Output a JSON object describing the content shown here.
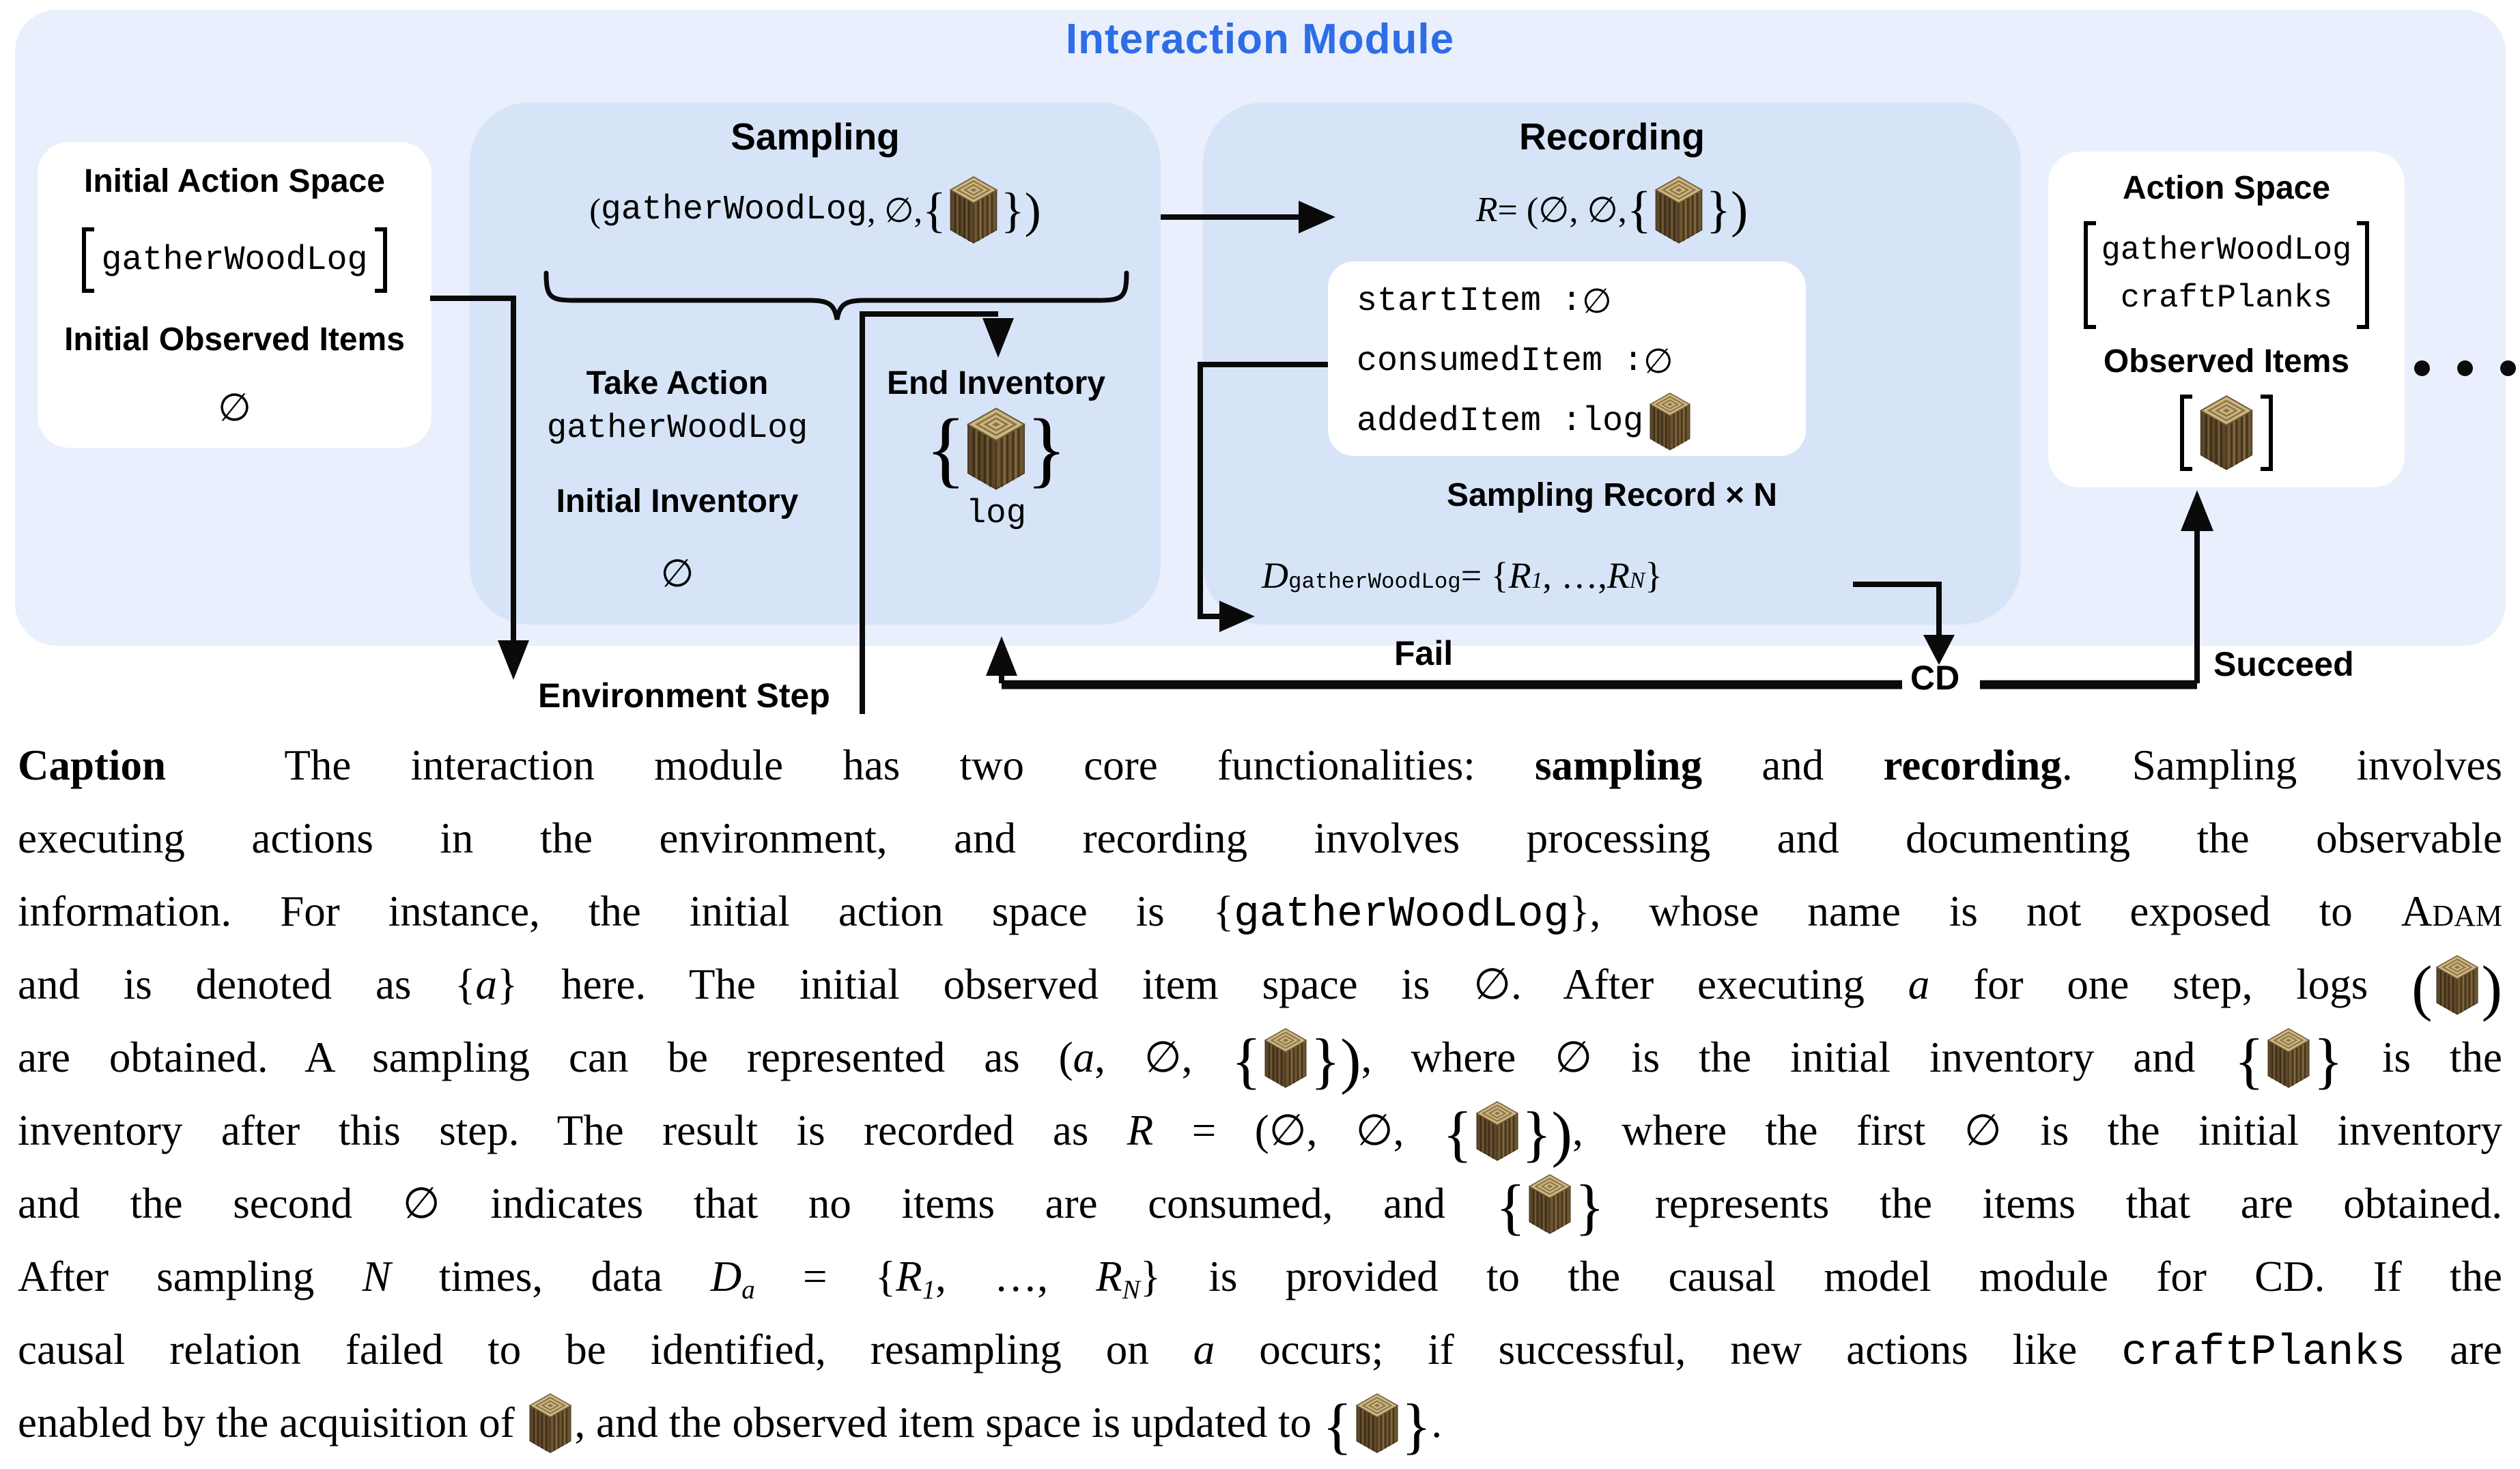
{
  "figure": {
    "title": "Interaction Module",
    "colors": {
      "accent": "#2d6de6",
      "outer_bg": "#e9effc",
      "inner_bg": "#d7e4f8",
      "box_bg": "#ffffff",
      "ink": "#000000"
    },
    "initial_box": {
      "action_space_label": "Initial Action Space",
      "action": "gatherWoodLog",
      "observed_label": "Initial Observed Items",
      "observed_value": "∅"
    },
    "sampling": {
      "title": "Sampling",
      "tuple": [
        {
          "s": "p",
          "t": "("
        },
        {
          "s": "m",
          "t": "gatherWoodLog"
        },
        {
          "s": "p",
          "t": ", ∅, "
        },
        {
          "s": "g",
          "t": "{"
        },
        {
          "s": "icon",
          "c": "md"
        },
        {
          "s": "g",
          "t": "})"
        }
      ],
      "take_action_label": "Take Action",
      "take_action_value": "gatherWoodLog",
      "initial_inventory_label": "Initial Inventory",
      "initial_inventory_value": "∅",
      "end_inventory_label": "End Inventory",
      "end_inventory_icon": "log-icon",
      "end_inventory_value": "log"
    },
    "recording": {
      "title": "Recording",
      "formula": [
        {
          "s": "i",
          "t": "R"
        },
        {
          "s": "p",
          "t": " = (∅, ∅, "
        },
        {
          "s": "g",
          "t": "{"
        },
        {
          "s": "icon",
          "c": "md"
        },
        {
          "s": "g",
          "t": "})"
        }
      ],
      "record_fields": [
        {
          "key": "startItem",
          "value": "∅",
          "icon": null
        },
        {
          "key": "consumedItem",
          "value": "∅",
          "icon": null
        },
        {
          "key": "addedItem",
          "value": "log",
          "icon": "log-icon"
        }
      ],
      "record_label": "Sampling Record × N",
      "dataset_formula": [
        {
          "s": "i",
          "t": "D"
        },
        {
          "s": "subm",
          "t": "gatherWoodLog"
        },
        {
          "s": "p",
          "t": " = {"
        },
        {
          "s": "i",
          "t": "R"
        },
        {
          "s": "sub",
          "t": "1"
        },
        {
          "s": "p",
          "t": ", …, "
        },
        {
          "s": "i",
          "t": "R"
        },
        {
          "s": "sub",
          "t": "N"
        },
        {
          "s": "p",
          "t": "}"
        }
      ]
    },
    "action_box": {
      "title": "Action Space",
      "actions": [
        "gatherWoodLog",
        "craftPlanks"
      ],
      "observed_label": "Observed Items",
      "observed_icon": "log-icon"
    },
    "ellipsis_dots": 3,
    "edge_labels": {
      "environment_step": "Environment Step",
      "fail": "Fail",
      "cd": "CD",
      "succeed": "Succeed"
    }
  },
  "caption": {
    "lines": [
      [
        {
          "s": "b",
          "t": "Caption"
        },
        {
          "s": "p",
          "t": "  The interaction module has two core functionalities: "
        },
        {
          "s": "b",
          "t": "sampling"
        },
        {
          "s": "p",
          "t": " and "
        },
        {
          "s": "b",
          "t": "recording"
        },
        {
          "s": "p",
          "t": ". Sampling involves"
        }
      ],
      [
        {
          "s": "p",
          "t": "executing actions in the environment, and recording involves processing and documenting the observable"
        }
      ],
      [
        {
          "s": "p",
          "t": "information. For instance, the initial action space is {"
        },
        {
          "s": "m",
          "t": "gatherWoodLog"
        },
        {
          "s": "p",
          "t": "}, whose name is not exposed to "
        },
        {
          "s": "sc",
          "t": "Adam"
        }
      ],
      [
        {
          "s": "p",
          "t": "and is denoted as {"
        },
        {
          "s": "i",
          "t": "a"
        },
        {
          "s": "p",
          "t": "} here. The initial observed item space is ∅. After executing "
        },
        {
          "s": "i",
          "t": "a"
        },
        {
          "s": "p",
          "t": " for one step, logs "
        },
        {
          "s": "g",
          "t": "("
        },
        {
          "s": "icon",
          "c": "cap"
        },
        {
          "s": "g",
          "t": ")"
        }
      ],
      [
        {
          "s": "p",
          "t": "are obtained. A sampling can be represented as ("
        },
        {
          "s": "i",
          "t": "a"
        },
        {
          "s": "p",
          "t": ", ∅, "
        },
        {
          "s": "g",
          "t": "{"
        },
        {
          "s": "icon",
          "c": "cap"
        },
        {
          "s": "g",
          "t": "})"
        },
        {
          "s": "p",
          "t": ", where ∅ is the initial inventory and "
        },
        {
          "s": "g",
          "t": "{"
        },
        {
          "s": "icon",
          "c": "cap"
        },
        {
          "s": "g",
          "t": "}"
        },
        {
          "s": "p",
          "t": " is the"
        }
      ],
      [
        {
          "s": "p",
          "t": "inventory after this step. The result is recorded as "
        },
        {
          "s": "i",
          "t": "R"
        },
        {
          "s": "p",
          "t": " = (∅, ∅, "
        },
        {
          "s": "g",
          "t": "{"
        },
        {
          "s": "icon",
          "c": "cap"
        },
        {
          "s": "g",
          "t": "})"
        },
        {
          "s": "p",
          "t": ", where the first ∅ is the initial inventory"
        }
      ],
      [
        {
          "s": "p",
          "t": "and the second ∅ indicates that no items are consumed, and "
        },
        {
          "s": "g",
          "t": "{"
        },
        {
          "s": "icon",
          "c": "cap"
        },
        {
          "s": "g",
          "t": "}"
        },
        {
          "s": "p",
          "t": " represents the items that are obtained."
        }
      ],
      [
        {
          "s": "p",
          "t": "After sampling "
        },
        {
          "s": "i",
          "t": "N"
        },
        {
          "s": "p",
          "t": " times, data "
        },
        {
          "s": "i",
          "t": "D"
        },
        {
          "s": "sub",
          "t": "a"
        },
        {
          "s": "p",
          "t": " = {"
        },
        {
          "s": "i",
          "t": "R"
        },
        {
          "s": "sub",
          "t": "1"
        },
        {
          "s": "p",
          "t": ", …, "
        },
        {
          "s": "i",
          "t": "R"
        },
        {
          "s": "sub",
          "t": "N"
        },
        {
          "s": "p",
          "t": "} is provided to the causal model module for CD. If the"
        }
      ],
      [
        {
          "s": "p",
          "t": "causal relation failed to be identified, resampling on "
        },
        {
          "s": "i",
          "t": "a"
        },
        {
          "s": "p",
          "t": " occurs; if successful, new actions like "
        },
        {
          "s": "m",
          "t": "craftPlanks"
        },
        {
          "s": "p",
          "t": " are"
        }
      ],
      [
        {
          "s": "p",
          "t": "enabled by the acquisition of "
        },
        {
          "s": "icon",
          "c": "cap"
        },
        {
          "s": "p",
          "t": ", and the observed item space is updated to "
        },
        {
          "s": "g",
          "t": "{"
        },
        {
          "s": "icon",
          "c": "cap"
        },
        {
          "s": "g",
          "t": "}"
        },
        {
          "s": "p",
          "t": "."
        }
      ]
    ]
  }
}
